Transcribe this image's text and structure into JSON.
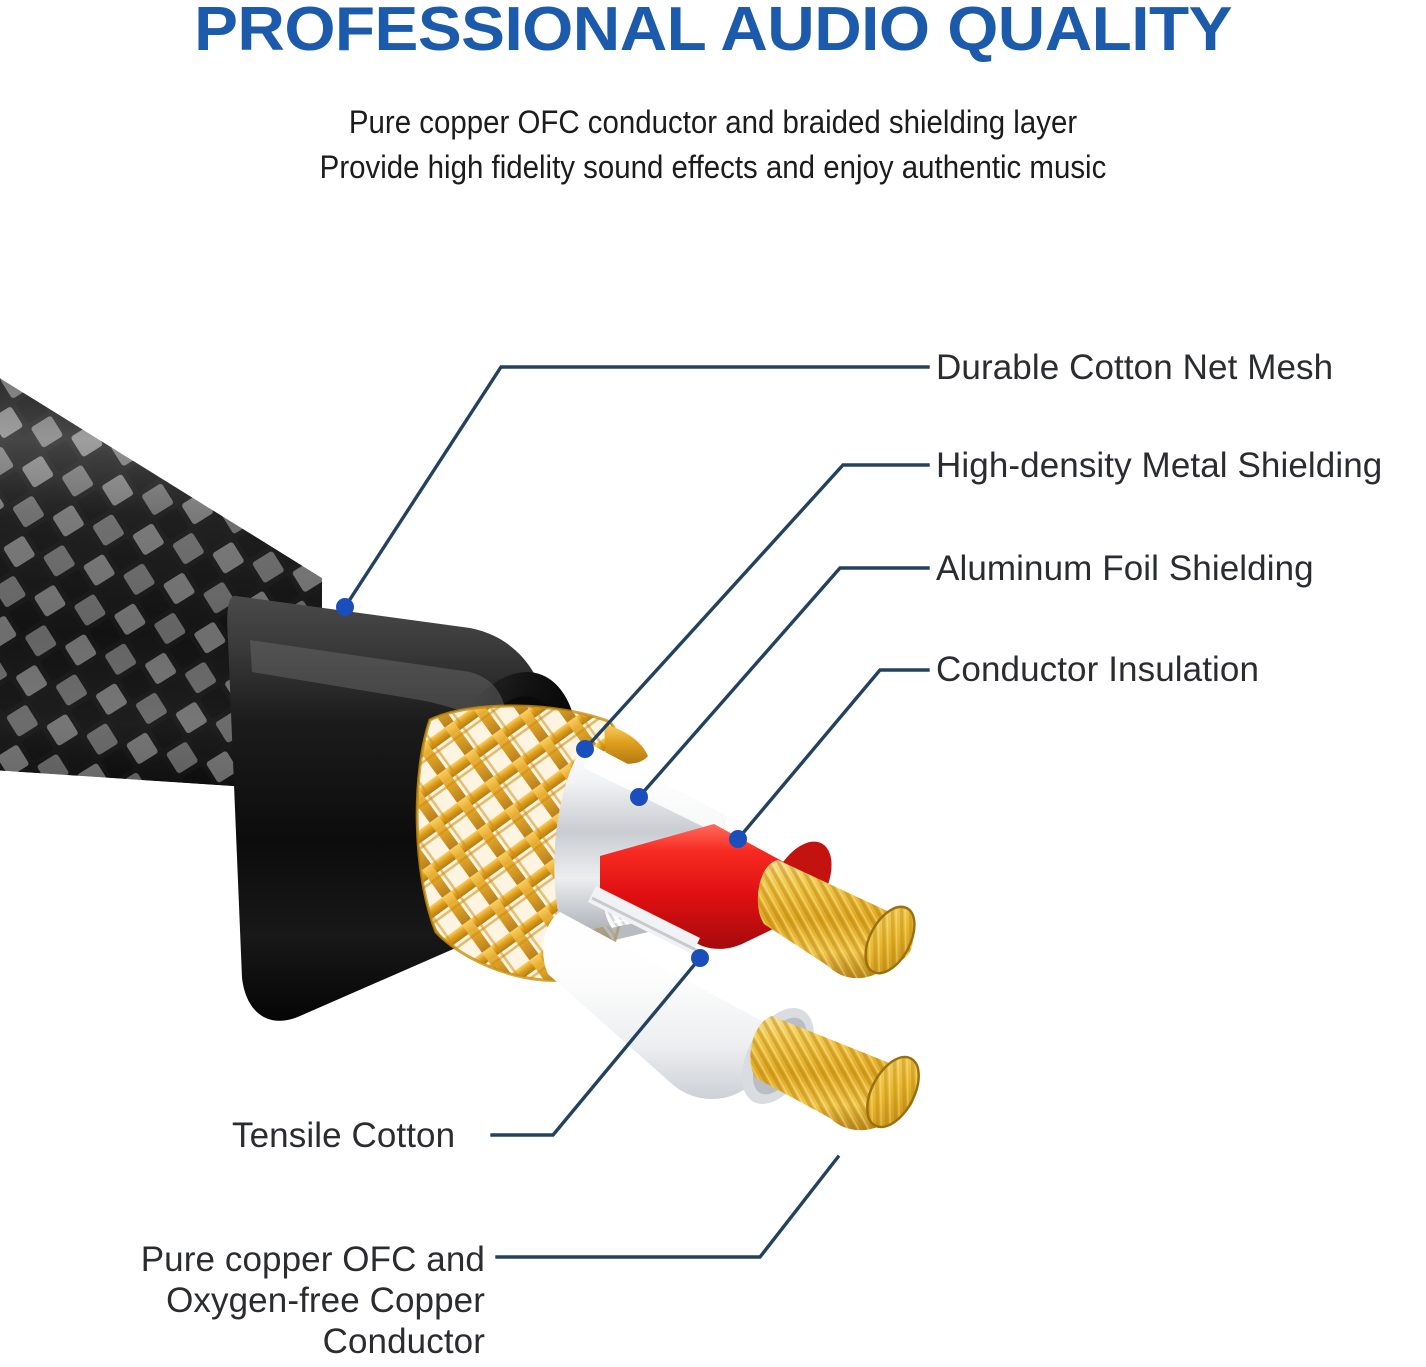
{
  "header": {
    "title": "PROFESSIONAL AUDIO QUALITY",
    "subtitle_line_1": "Pure copper OFC conductor and braided shielding layer",
    "subtitle_line_2": "Provide high fidelity sound effects and enjoy authentic music"
  },
  "colors": {
    "title_blue": "#1c5aab",
    "leader_line": "#23425f",
    "anchor_dot": "#1a4fbb",
    "subtitle_text": "#1c1c1c",
    "label_text": "#2a2c30",
    "jacket_black": "#171717",
    "braid_gold": "#e8a61e",
    "foil_silver": "#d8dadd",
    "insulation_red": "#ee1f1f",
    "insulation_white": "#fbfbfb",
    "conductor_copper": "#e8c44a",
    "background": "#ffffff"
  },
  "callouts": [
    {
      "id": "cotton-mesh",
      "label": "Durable Cotton Net Mesh",
      "side": "right"
    },
    {
      "id": "metal-shielding",
      "label": "High-density Metal Shielding",
      "side": "right"
    },
    {
      "id": "foil-shielding",
      "label": "Aluminum Foil Shielding",
      "side": "right"
    },
    {
      "id": "conductor-insul",
      "label": "Conductor Insulation",
      "side": "right"
    },
    {
      "id": "tensile-cotton",
      "label": "Tensile Cotton",
      "side": "left"
    },
    {
      "id": "pure-copper",
      "label": "Pure copper OFC and Oxygen-free Copper Conductor",
      "side": "left"
    }
  ],
  "diagram": {
    "subject": "audio-cable-cutaway",
    "layers": [
      "Durable Cotton Net Mesh",
      "High-density Metal Shielding",
      "Aluminum Foil Shielding",
      "Tensile Cotton",
      "Conductor Insulation",
      "Pure copper OFC and Oxygen-free Copper Conductor"
    ],
    "conductor_count": 2,
    "conductor_insulation_colors": [
      "red",
      "white"
    ]
  }
}
